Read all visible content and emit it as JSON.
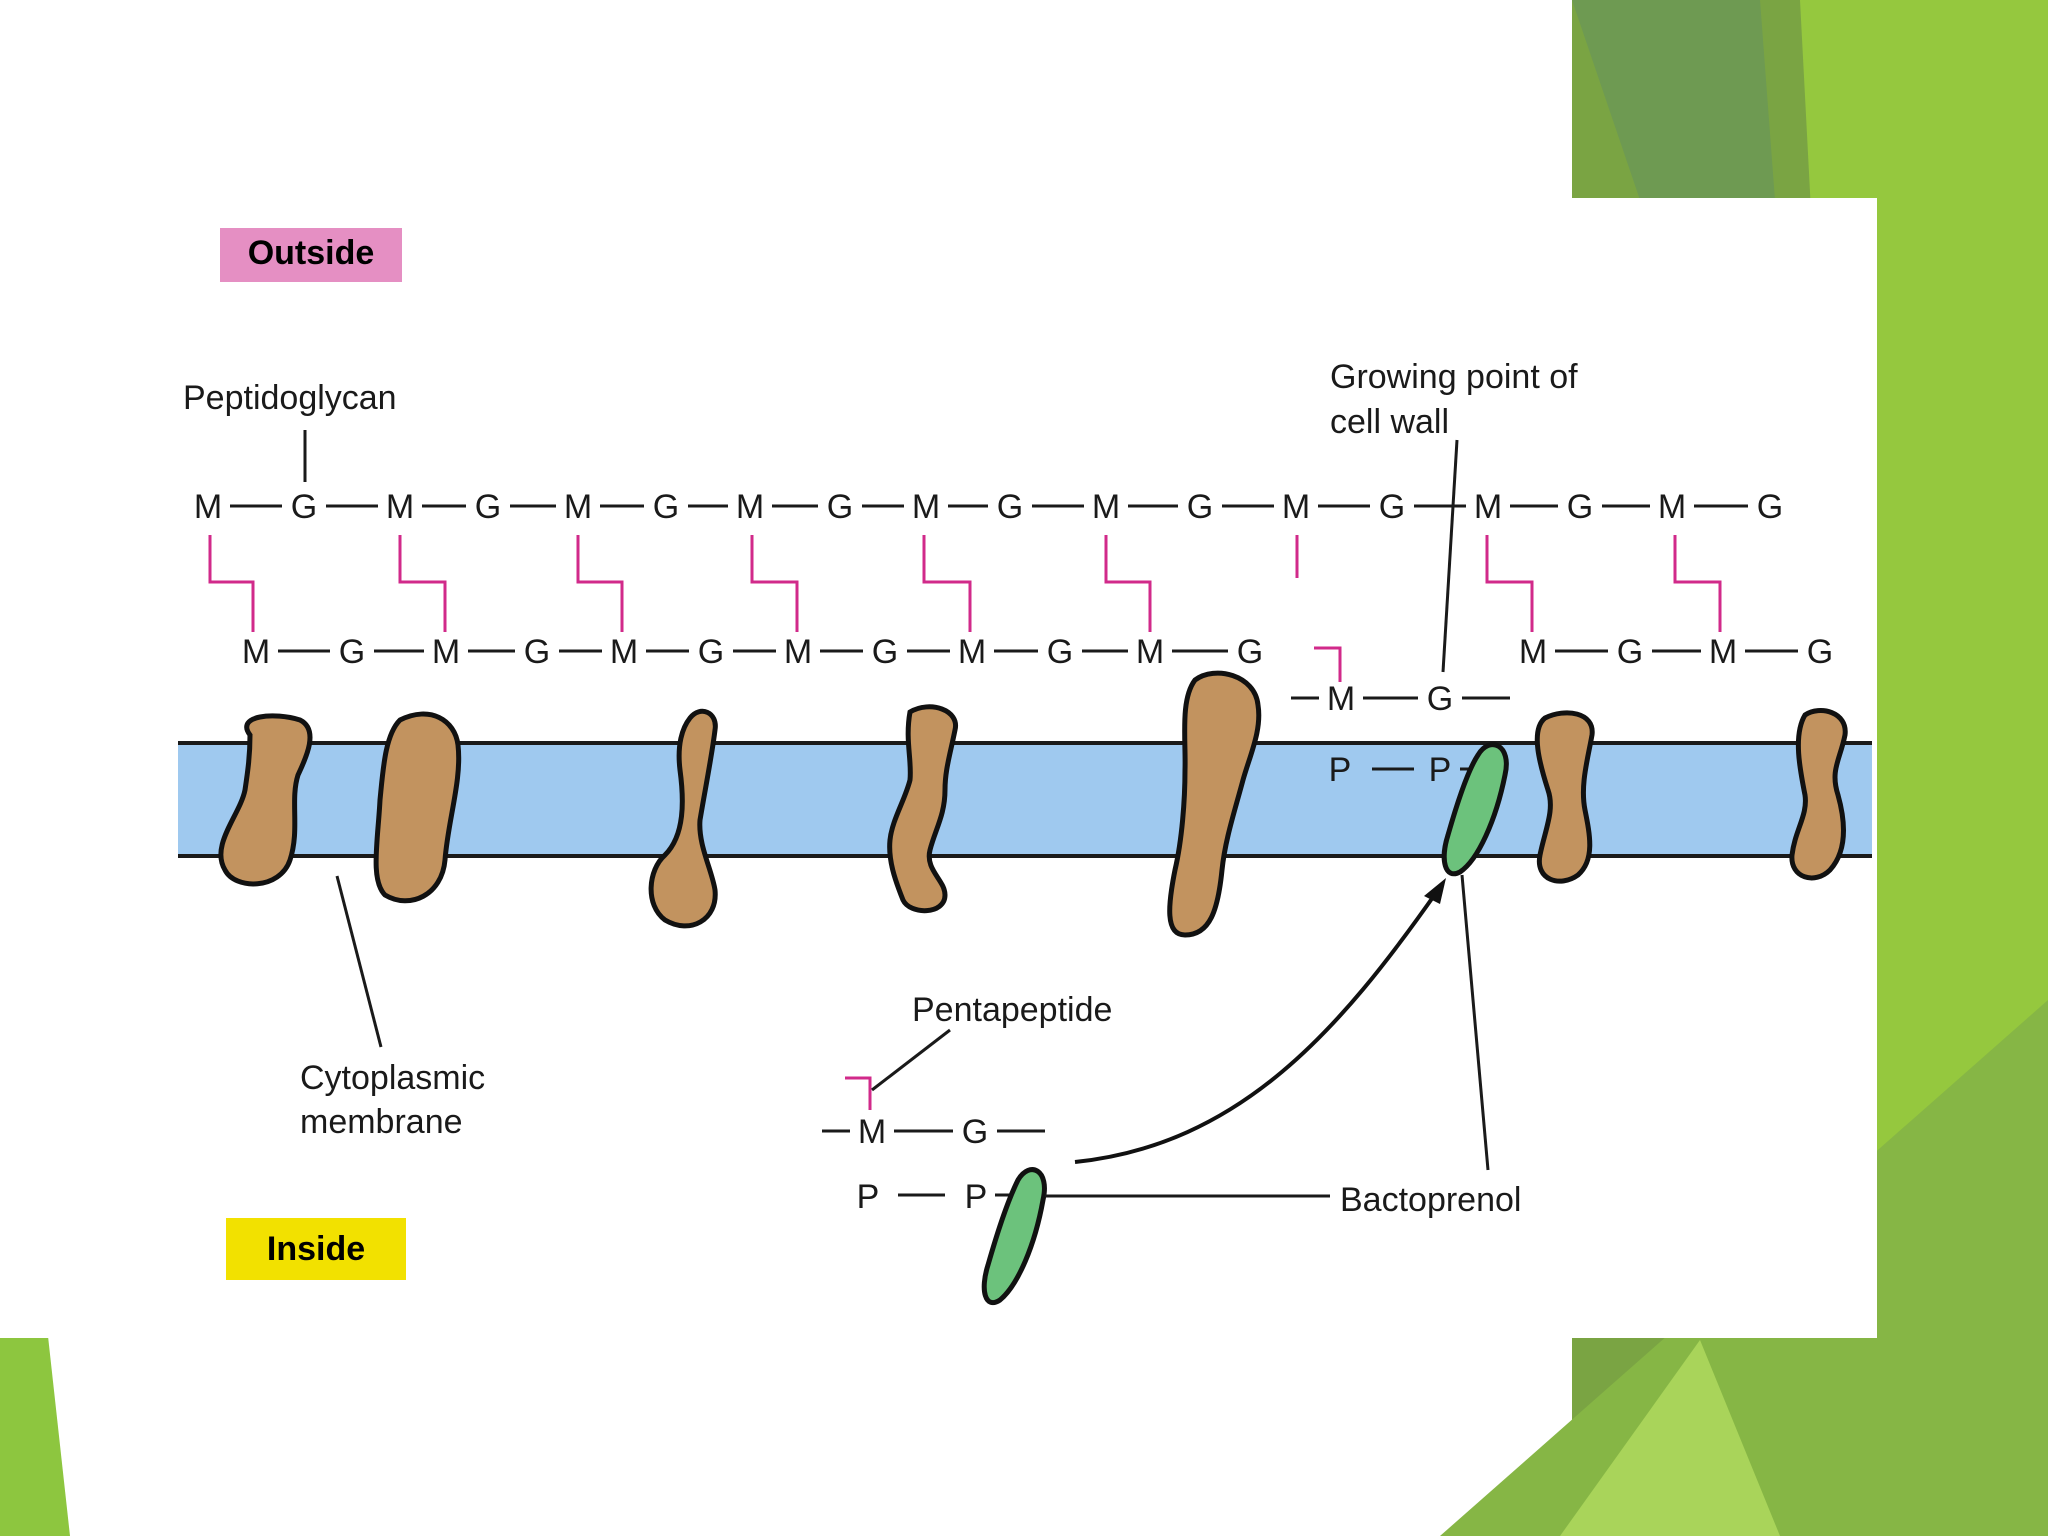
{
  "labels": {
    "outside": "Outside",
    "inside": "Inside",
    "peptidoglycan": "Peptidoglycan",
    "growing_point_line1": "Growing point of",
    "growing_point_line2": "cell wall",
    "pentapeptide": "Pentapeptide",
    "cytoplasmic_line1": "Cytoplasmic",
    "cytoplasmic_line2": "membrane",
    "bactoprenol": "Bactoprenol"
  },
  "strands": {
    "top": [
      "M",
      "G",
      "M",
      "G",
      "M",
      "G",
      "M",
      "G",
      "M",
      "G",
      "M",
      "G",
      "M",
      "G",
      "M",
      "G",
      "M",
      "G"
    ],
    "bottom_left": [
      "M",
      "G",
      "M",
      "G",
      "M",
      "G",
      "M",
      "G",
      "M",
      "G",
      "M",
      "G"
    ],
    "bottom_right": [
      "M",
      "G",
      "M",
      "G"
    ],
    "growing_unit": [
      "M",
      "G"
    ],
    "growing_lipid": [
      "P",
      "P"
    ],
    "precursor_unit": [
      "M",
      "G"
    ],
    "precursor_lipid": [
      "P",
      "P"
    ]
  },
  "colors": {
    "outside_tag": "#e58fc3",
    "inside_tag": "#f2e100",
    "membrane": "#9fc9ef",
    "protein": "#c2935f",
    "bactoprenol": "#6cc27c",
    "crosslink": "#d12a8a",
    "slide_green": "#8dc63f"
  }
}
